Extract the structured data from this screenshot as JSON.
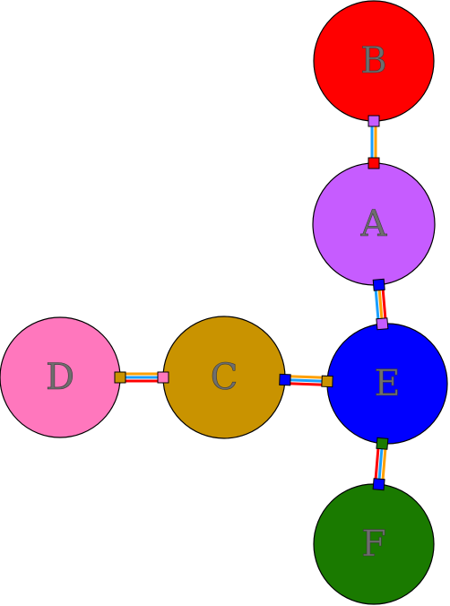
{
  "diagram": {
    "nodes": [
      {
        "id": "B",
        "label": "B",
        "color": "#ff0000"
      },
      {
        "id": "A",
        "label": "A",
        "color": "#c65cff"
      },
      {
        "id": "E",
        "label": "E",
        "color": "#0000ff"
      },
      {
        "id": "C",
        "label": "C",
        "color": "#c99300"
      },
      {
        "id": "D",
        "label": "D",
        "color": "#ff77bd"
      },
      {
        "id": "F",
        "label": "F",
        "color": "#1a7a00"
      }
    ],
    "edges": [
      {
        "from": "B",
        "to": "A",
        "from_port_color": "#c65cff",
        "to_port_color": "#ff0000",
        "wire_colors": [
          "#ffa000",
          "#1a9fff"
        ]
      },
      {
        "from": "A",
        "to": "E",
        "from_port_color": "#0000ff",
        "to_port_color": "#c65cff",
        "wire_colors": [
          "#ff0000",
          "#ffa000",
          "#1a9fff"
        ]
      },
      {
        "from": "D",
        "to": "C",
        "from_port_color": "#c99300",
        "to_port_color": "#ff77bd",
        "wire_colors": [
          "#ffa000",
          "#1a9fff",
          "#ff0000"
        ]
      },
      {
        "from": "C",
        "to": "E",
        "from_port_color": "#0000ff",
        "to_port_color": "#c99300",
        "wire_colors": [
          "#ffa000",
          "#1a9fff",
          "#ff0000"
        ]
      },
      {
        "from": "E",
        "to": "F",
        "from_port_color": "#1a7a00",
        "to_port_color": "#0000ff",
        "wire_colors": [
          "#ffa000",
          "#1a9fff",
          "#ff0000"
        ]
      }
    ]
  }
}
